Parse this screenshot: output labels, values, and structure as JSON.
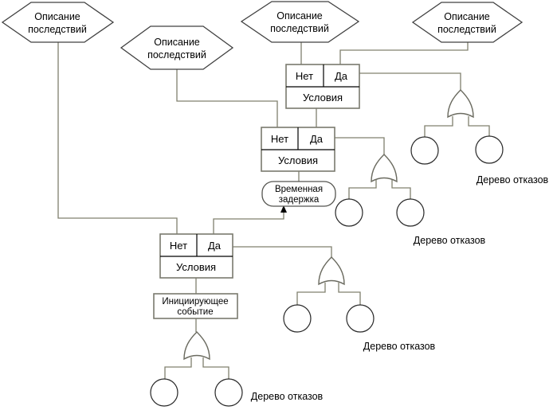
{
  "diagram": {
    "title_hint": "Event tree / fault tree scheme",
    "labels": {
      "consequence_line1": "Описание",
      "consequence_line2": "последствий",
      "no": "Нет",
      "yes": "Да",
      "conditions": "Условия",
      "time_delay_line1": "Временная",
      "time_delay_line2": "задержка",
      "initiating_line1": "Инициирующее",
      "initiating_line2": "событие",
      "fault_tree": "Дерево отказов"
    },
    "colors": {
      "background": "#ffffff",
      "connector": "#80806e",
      "shape_border": "#404040",
      "box_border": "#7a7a6e",
      "inner_divider": "#000000",
      "gate_stroke": "#6b6b60",
      "circle_stroke": "#262626",
      "text": "#000000"
    }
  }
}
